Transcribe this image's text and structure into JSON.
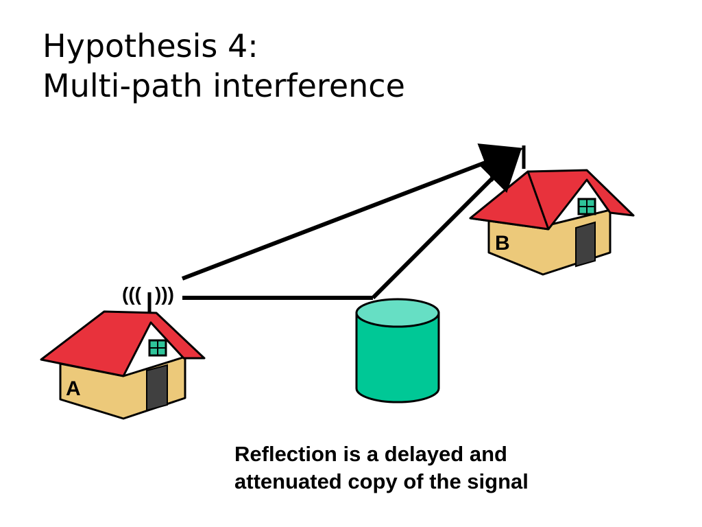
{
  "title": {
    "line1": "Hypothesis 4:",
    "line2": "Multi-path interference"
  },
  "house_a": {
    "label": "A"
  },
  "house_b": {
    "label": "B"
  },
  "antenna": {
    "waves_left": "(((",
    "waves_right": ")))"
  },
  "caption": {
    "line1": "Reflection is a delayed and",
    "line2": "attenuated copy of the signal"
  },
  "colors": {
    "roof": "#e8323c",
    "wall": "#ecc97a",
    "window": "#2fc49a",
    "door": "#404040",
    "reflector_body": "#00c896",
    "reflector_top": "#66dfc4",
    "ink": "#000000"
  }
}
